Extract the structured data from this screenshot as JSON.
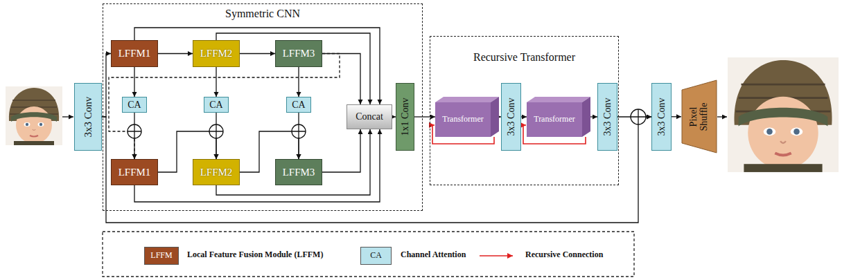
{
  "diagram": {
    "nodes": [
      {
        "text": [
          "3x3 Conv"
        ]
      },
      {
        "text": [
          "Symmetric CNN"
        ]
      },
      {
        "text": [
          "LFFM1"
        ],
        "in": 1
      },
      {
        "text": [
          "LFFM2"
        ],
        "in": 1
      },
      {
        "text": [
          "LFFM3"
        ],
        "in": 1
      },
      {
        "text": [
          "CA"
        ],
        "in": 1
      },
      {
        "text": [
          "CA"
        ],
        "in": 1
      },
      {
        "text": [
          "CA"
        ],
        "in": 1
      },
      {
        "text": [
          "LFFM1"
        ],
        "in": 1
      },
      {
        "text": [
          "LFFM2"
        ],
        "in": 1
      },
      {
        "text": [
          "LFFM3"
        ],
        "in": 1
      },
      {
        "text": [
          "Concat"
        ],
        "in": 1
      },
      {
        "text": [
          "1x1 Conv"
        ]
      },
      {
        "text": [
          "Recursive Transformer"
        ]
      },
      {
        "text": [
          "Transformer"
        ],
        "in": 13
      },
      {
        "text": [
          "3x3 Conv"
        ],
        "in": 13
      },
      {
        "text": [
          "Transformer"
        ],
        "in": 13
      },
      {
        "text": [
          "3x3 Conv"
        ],
        "in": 13
      },
      {
        "text": [
          "3x3 Conv"
        ]
      },
      {
        "text": [
          "Pixel Shuffle"
        ]
      }
    ],
    "edges": [
      {
        "from": 0,
        "to": 2,
        "arrow": "to"
      },
      {
        "from": 0,
        "to": 18,
        "arrow": "to"
      },
      {
        "from": 2,
        "to": 3,
        "arrow": "to"
      },
      {
        "from": 3,
        "to": 4,
        "arrow": "to"
      },
      {
        "from": 2,
        "to": 5,
        "arrow": "to"
      },
      {
        "from": 3,
        "to": 6,
        "arrow": "to"
      },
      {
        "from": 4,
        "to": 7,
        "arrow": "to"
      },
      {
        "from": 5,
        "to": 8,
        "arrow": "to"
      },
      {
        "from": 6,
        "to": 9,
        "arrow": "to"
      },
      {
        "from": 7,
        "to": 10,
        "arrow": "to"
      },
      {
        "from": 4,
        "to": 8,
        "arrow": "to"
      },
      {
        "from": 8,
        "to": 9,
        "arrow": "to"
      },
      {
        "from": 9,
        "to": 10,
        "arrow": "to"
      },
      {
        "from": 2,
        "to": 11,
        "arrow": "to"
      },
      {
        "from": 3,
        "to": 11,
        "arrow": "to"
      },
      {
        "from": 4,
        "to": 11,
        "arrow": "to"
      },
      {
        "from": 8,
        "to": 11,
        "arrow": "to"
      },
      {
        "from": 9,
        "to": 11,
        "arrow": "to"
      },
      {
        "from": 10,
        "to": 11,
        "arrow": "to"
      },
      {
        "from": 11,
        "to": 12,
        "arrow": "to"
      },
      {
        "from": 12,
        "to": 14,
        "arrow": "to"
      },
      {
        "from": 14,
        "to": 15,
        "arrow": "to"
      },
      {
        "from": 15,
        "to": 16,
        "arrow": "to"
      },
      {
        "from": 16,
        "to": 17,
        "arrow": "to"
      },
      {
        "from": 17,
        "to": 18,
        "arrow": "to"
      },
      {
        "from": 18,
        "to": 19,
        "arrow": "to"
      }
    ],
    "labels": [
      "LFFM",
      "CA"
    ],
    "legend": [
      {
        "text": "Local Feature Fusion Module (LFFM)",
        "color": "#9c4a22"
      },
      {
        "text": "Channel Attention",
        "color": "#b9e3ec"
      },
      {
        "text": "Recursive Connection"
      }
    ]
  }
}
